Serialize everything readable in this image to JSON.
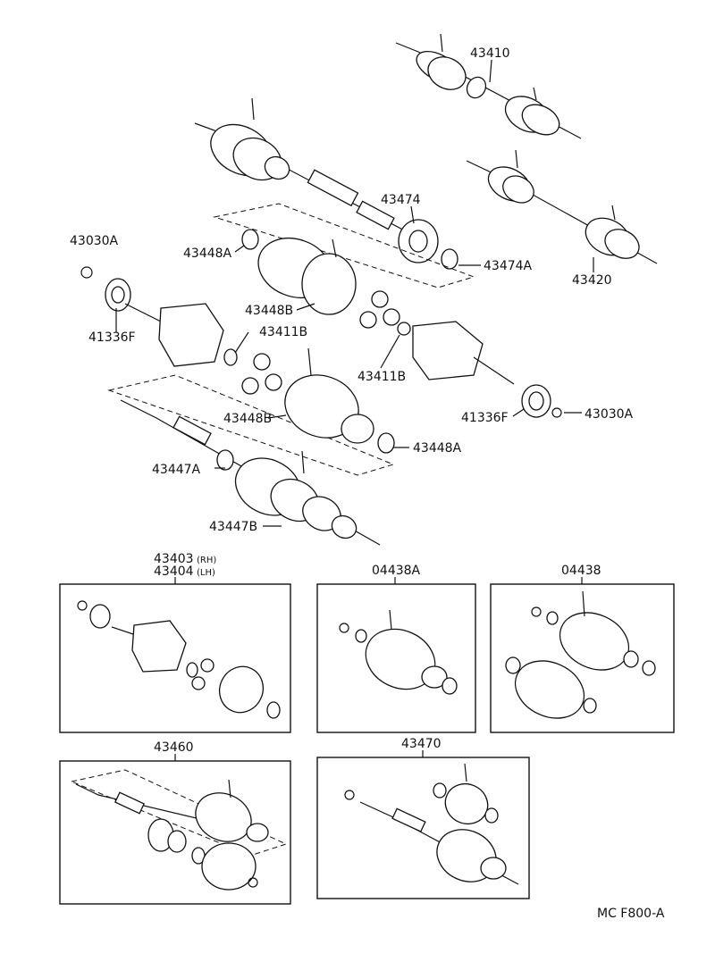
{
  "labels": {
    "p43410": "43410",
    "p43474": "43474",
    "p43448A_top": "43448A",
    "p43474A": "43474A",
    "p43420": "43420",
    "p43030A_left": "43030A",
    "p43448B_top": "43448B",
    "p41336F_left": "41336F",
    "p43411B_left": "43411B",
    "p43411B_right": "43411B",
    "p43448B_bottom": "43448B",
    "p41336F_right": "41336F",
    "p43030A_right": "43030A",
    "p43448A_bottom": "43448A",
    "p43447A": "43447A",
    "p43447B": "43447B",
    "p43403": "43403",
    "p43403_suffix": "(RH)",
    "p43404": "43404",
    "p43404_suffix": "(LH)",
    "p04438A": "04438A",
    "p04438": "04438",
    "p43460": "43460",
    "p43470": "43470",
    "footer_code": "MC  F800-A"
  }
}
